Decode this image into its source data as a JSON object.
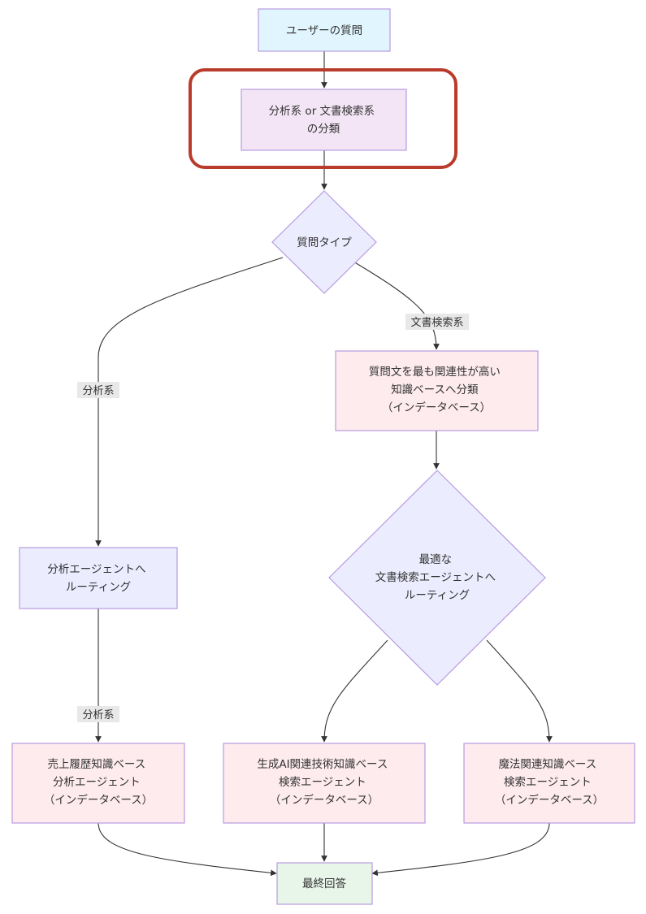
{
  "colors": {
    "start_fill": "#e1f5fe",
    "process_fill": "#f3e5f5",
    "decision_fill": "#ececff",
    "agent_fill": "#fdebee",
    "end_fill": "#e8f5e9",
    "node_stroke": "#b89be0",
    "edge": "#333333",
    "highlight": "#b83b2b",
    "edge_label_bg": "#e8e8e8"
  },
  "nodes": {
    "user_question": {
      "lines": [
        "ユーザーの質問"
      ]
    },
    "classify": {
      "lines": [
        "分析系 or 文書検索系",
        "の分類"
      ]
    },
    "question_type": {
      "lines": [
        "質問タイプ"
      ]
    },
    "kb_classify": {
      "lines": [
        "質問文を最も関連性が高い",
        "知識ベースへ分類",
        "（インデータベース）"
      ]
    },
    "route_analysis": {
      "lines": [
        "分析エージェントへ",
        "ルーティング"
      ]
    },
    "optimal_route": {
      "lines": [
        "最適な",
        "文書検索エージェントへ",
        "ルーティング"
      ]
    },
    "sales_agent": {
      "lines": [
        "売上履歴知識ベース",
        "分析エージェント",
        "（インデータベース）"
      ]
    },
    "genai_agent": {
      "lines": [
        "生成AI関連技術知識ベース",
        "検索エージェント",
        "（インデータベース）"
      ]
    },
    "magic_agent": {
      "lines": [
        "魔法関連知識ベース",
        "検索エージェント",
        "（インデータベース）"
      ]
    },
    "final_answer": {
      "lines": [
        "最終回答"
      ]
    }
  },
  "edge_labels": {
    "doc_search": "文書検索系",
    "analysis_1": "分析系",
    "analysis_2": "分析系"
  }
}
